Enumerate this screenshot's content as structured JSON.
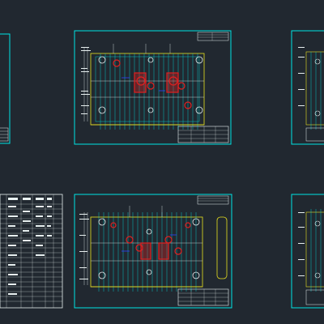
{
  "view": {
    "background": "#212830",
    "accent": "#00e5e5",
    "stroke_white": "#e8f0f0",
    "stroke_yellow": "#e8e020",
    "stroke_red": "#e02020",
    "stroke_blue": "#3040ff"
  },
  "sheets": [
    {
      "id": "sheet-left-top-partial",
      "kind": "partial"
    },
    {
      "id": "sheet-center-top",
      "kind": "mold-plan"
    },
    {
      "id": "sheet-right-top-partial",
      "kind": "partial"
    },
    {
      "id": "sheet-left-bottom-table",
      "kind": "parts-list"
    },
    {
      "id": "sheet-center-bottom",
      "kind": "mold-plan"
    },
    {
      "id": "sheet-right-bottom-partial",
      "kind": "partial"
    }
  ]
}
